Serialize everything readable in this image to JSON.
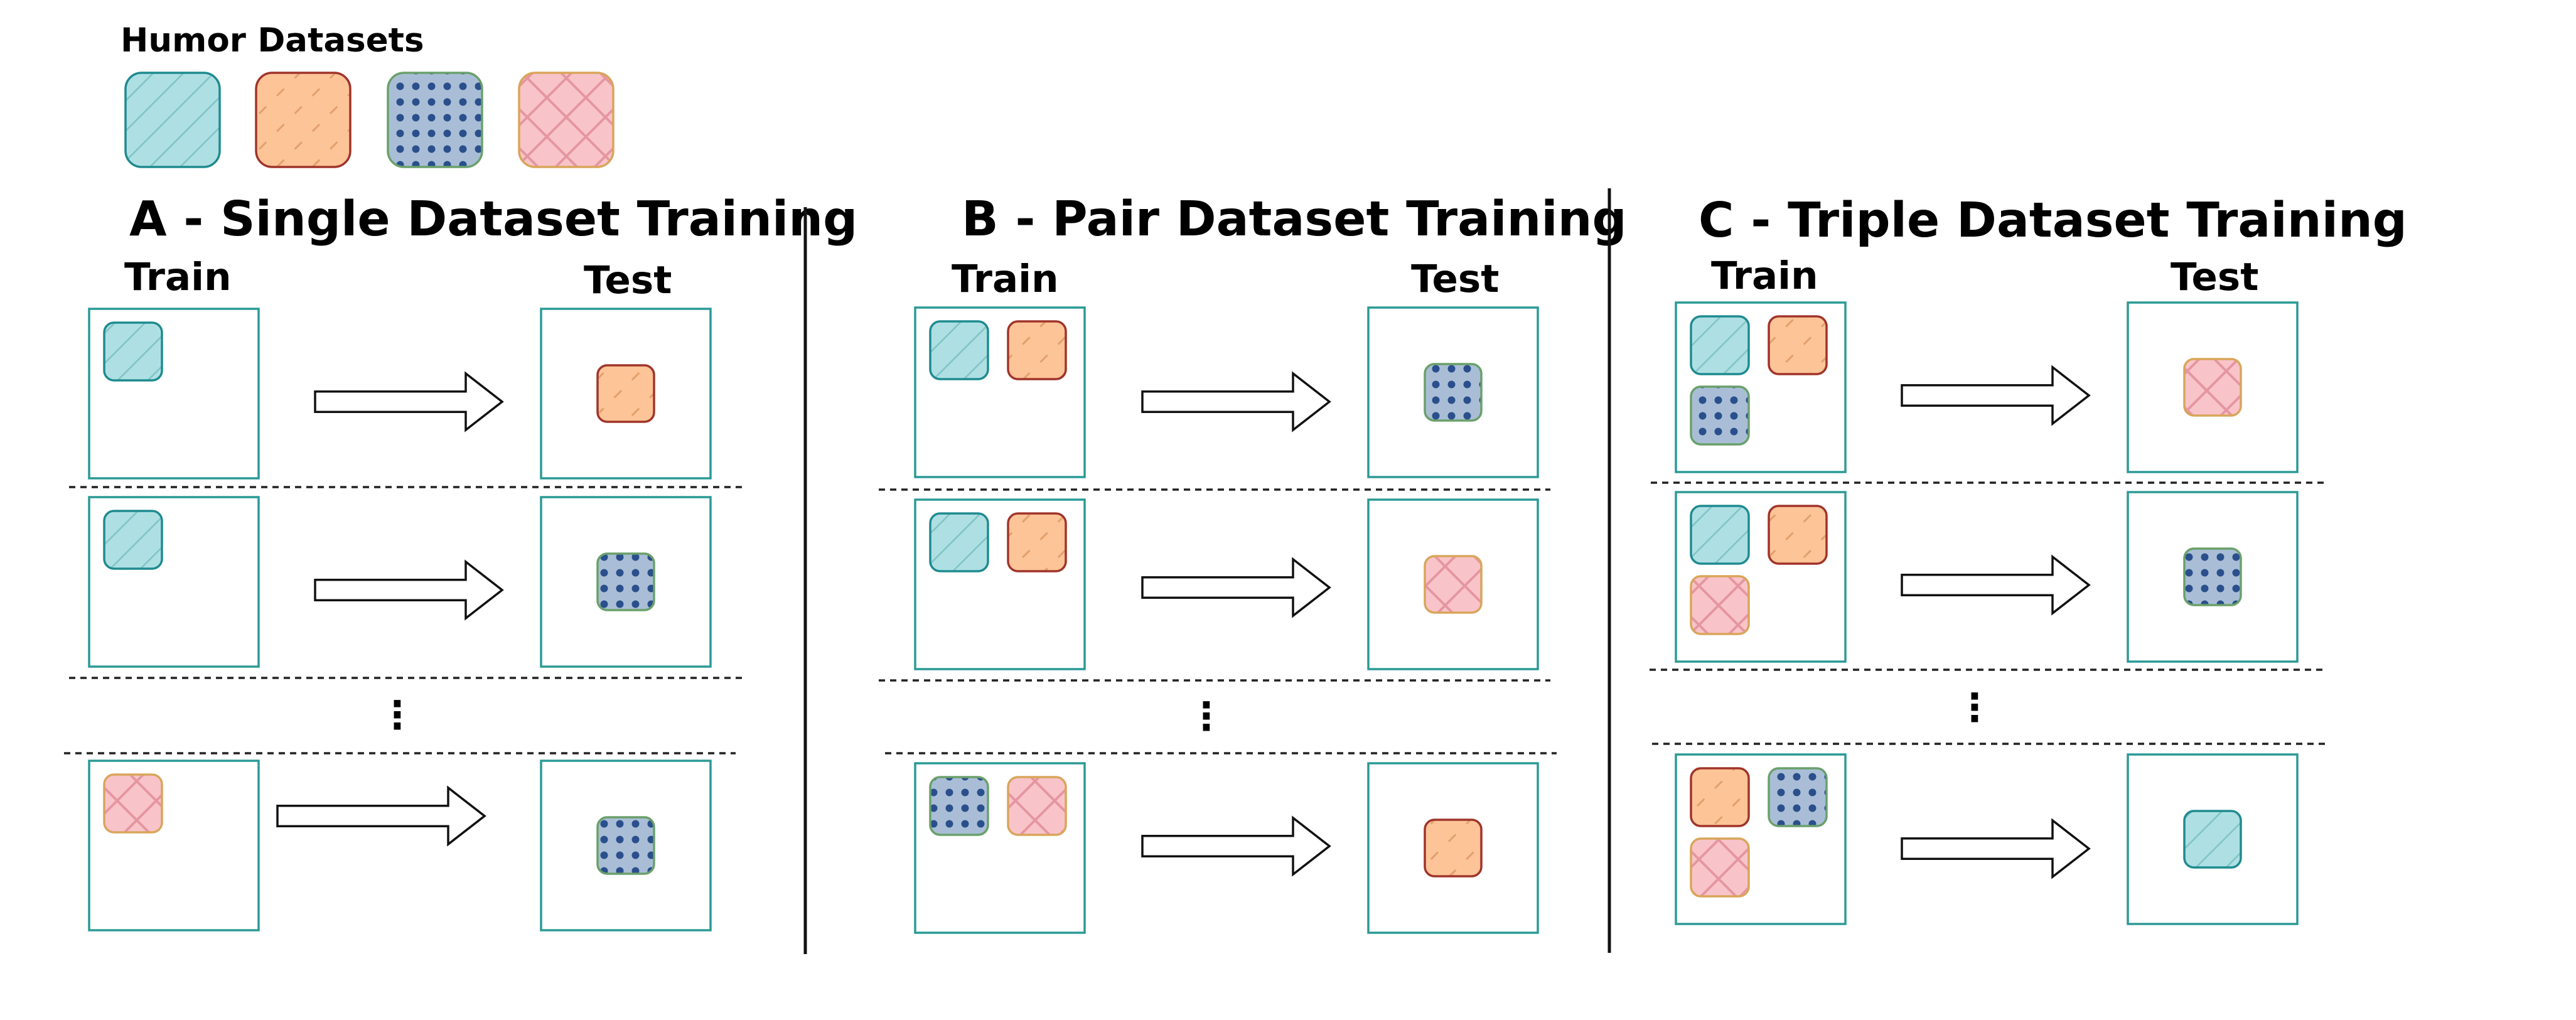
{
  "legend": {
    "title": "Humor Datasets",
    "datasets": [
      "teal-diagonal",
      "orange-dashed",
      "blue-dotted",
      "pink-crosshatch"
    ]
  },
  "colors": {
    "teal": "#aee0e3",
    "teal_border": "#1e8b8f",
    "orange": "#fcc497",
    "orange_border": "#a0342a",
    "blue": "#a9bed6",
    "blue_border": "#6aa06a",
    "pink": "#f8c4ca",
    "pink_border": "#d9a55a",
    "panel_border": "#2b9a96"
  },
  "sections": [
    {
      "title": "A -  Single Dataset Training",
      "train_label": "Train",
      "test_label": "Test",
      "rows": [
        {
          "train": [
            "teal-diagonal"
          ],
          "test": "orange-dashed"
        },
        {
          "train": [
            "teal-diagonal"
          ],
          "test": "blue-dotted"
        },
        {
          "train": [
            "pink-crosshatch"
          ],
          "test": "blue-dotted"
        }
      ],
      "ellipsis": "⋮"
    },
    {
      "title": "B - Pair Dataset Training",
      "train_label": "Train",
      "test_label": "Test",
      "rows": [
        {
          "train": [
            "teal-diagonal",
            "orange-dashed"
          ],
          "test": "blue-dotted"
        },
        {
          "train": [
            "teal-diagonal",
            "orange-dashed"
          ],
          "test": "pink-crosshatch"
        },
        {
          "train": [
            "blue-dotted",
            "pink-crosshatch"
          ],
          "test": "orange-dashed"
        }
      ],
      "ellipsis": "⋮"
    },
    {
      "title": "C - Triple Dataset Training",
      "train_label": "Train",
      "test_label": "Test",
      "rows": [
        {
          "train": [
            "teal-diagonal",
            "orange-dashed",
            "blue-dotted"
          ],
          "test": "pink-crosshatch"
        },
        {
          "train": [
            "teal-diagonal",
            "orange-dashed",
            "pink-crosshatch"
          ],
          "test": "blue-dotted"
        },
        {
          "train": [
            "orange-dashed",
            "blue-dotted",
            "pink-crosshatch"
          ],
          "test": "teal-diagonal"
        }
      ],
      "ellipsis": "⋮"
    }
  ]
}
